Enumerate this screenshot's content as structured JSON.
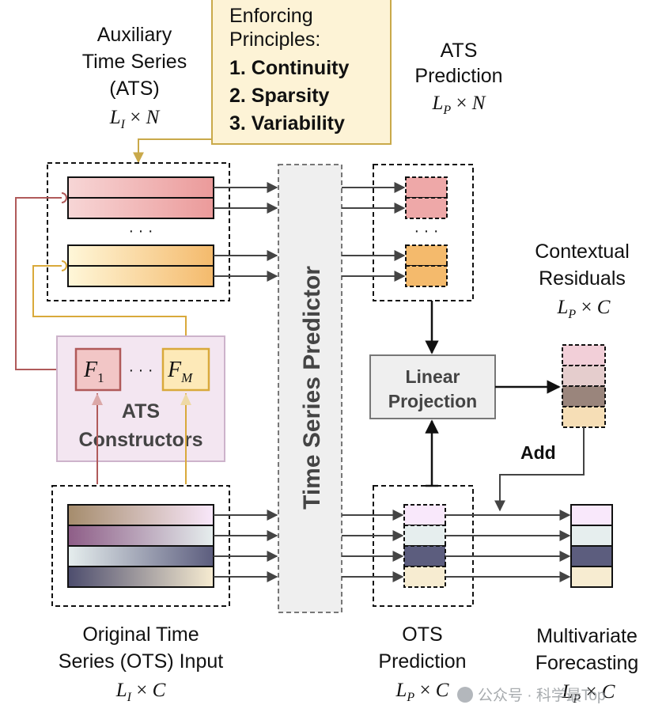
{
  "principles": {
    "title": "Enforcing Principles:",
    "items": [
      "1. Continuity",
      "2. Sparsity",
      "3. Variability"
    ]
  },
  "ats": {
    "title_lines": [
      "Auxiliary",
      "Time Series",
      "(ATS)"
    ],
    "dims": "L_I × N",
    "dots": "· · ·"
  },
  "ats_prediction": {
    "title_lines": [
      "ATS",
      "Prediction"
    ],
    "dims": "L_P × N",
    "dots": "· · ·"
  },
  "constructors": {
    "title_lines": [
      "ATS",
      "Constructors"
    ],
    "f_first": "F",
    "f_first_sub": "1",
    "f_last": "F",
    "f_last_sub": "M",
    "dots": "· · ·"
  },
  "predictor": {
    "label": "Time Series Predictor"
  },
  "linear_projection": {
    "lines": [
      "Linear",
      "Projection"
    ]
  },
  "contextual_residuals": {
    "title_lines": [
      "Contextual",
      "Residuals"
    ],
    "dims": "L_P × C"
  },
  "add_label": "Add",
  "ots_input": {
    "title_lines": [
      "Original Time",
      "Series (OTS) Input"
    ],
    "dims": "L_I × C"
  },
  "ots_prediction": {
    "title_lines": [
      "OTS",
      "Prediction"
    ],
    "dims": "L_P × C"
  },
  "forecasting": {
    "title_lines": [
      "Multivariate",
      "Forecasting"
    ],
    "dims": "L_P × C"
  },
  "watermark": "公众号 · 科学最Top",
  "colors": {
    "red_dark": "#b05a5a",
    "red_light": "#f2c6c6",
    "red_mid": "#e89898",
    "orange_dark": "#d9a93b",
    "orange_light": "#fde9b8",
    "orange_mid": "#f2b868",
    "principles_fill": "#fdf3d6",
    "principles_border": "#c9a94a",
    "constructors_fill": "#f3e6f1",
    "constructors_border": "#cdb3cb",
    "predictor_fill": "#efefef",
    "ots_row_1": "#f9e8fb",
    "ots_row_2": "#e6eeee",
    "ots_row_3": "#5c5d7e",
    "ots_row_4": "#f7ecd1",
    "residual_1": "#f2cfd8",
    "residual_2": "#e5cdcd",
    "residual_3": "#9a857c",
    "residual_4": "#f6deb6"
  }
}
